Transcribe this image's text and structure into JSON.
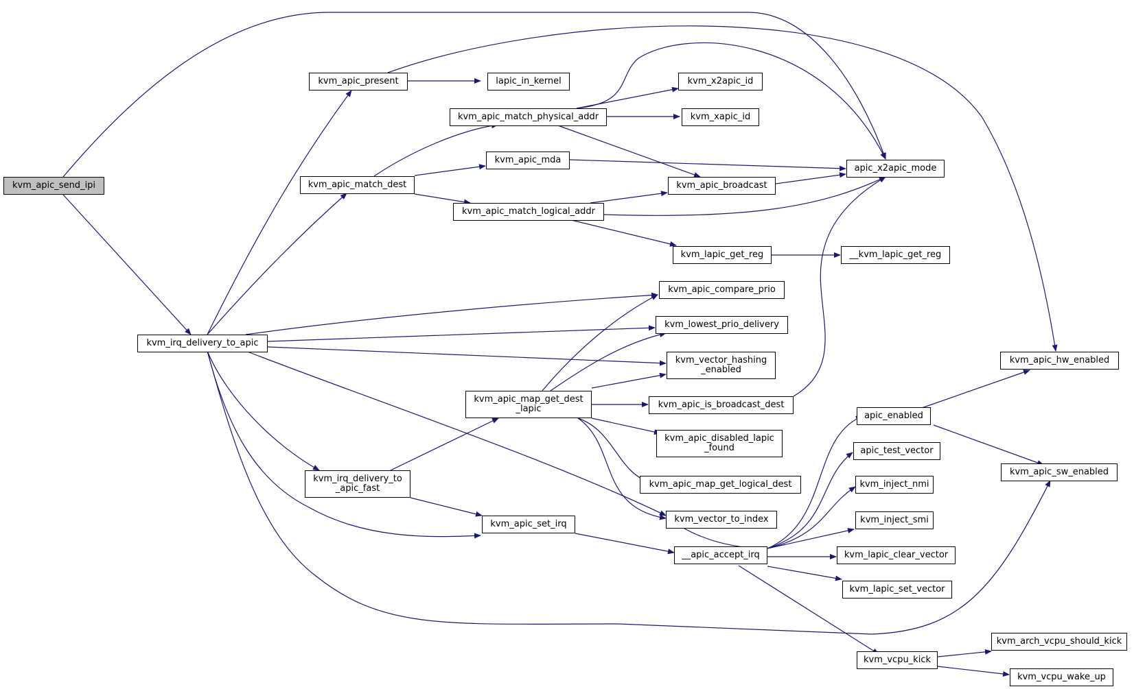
{
  "colors": {
    "edge": "#191970",
    "node_border": "#000000",
    "root_fill": "#bfbfbf",
    "node_fill": "#ffffff"
  },
  "nodes": {
    "kvm_apic_send_ipi": "kvm_apic_send_ipi",
    "kvm_apic_present": "kvm_apic_present",
    "lapic_in_kernel": "lapic_in_kernel",
    "kvm_apic_match_physical_addr": "kvm_apic_match_physical_addr",
    "kvm_x2apic_id": "kvm_x2apic_id",
    "kvm_xapic_id": "kvm_xapic_id",
    "kvm_apic_mda": "kvm_apic_mda",
    "apic_x2apic_mode": "apic_x2apic_mode",
    "kvm_apic_match_dest": "kvm_apic_match_dest",
    "kvm_apic_broadcast": "kvm_apic_broadcast",
    "kvm_apic_match_logical_addr": "kvm_apic_match_logical_addr",
    "kvm_lapic_get_reg": "kvm_lapic_get_reg",
    "__kvm_lapic_get_reg": "__kvm_lapic_get_reg",
    "kvm_apic_compare_prio": "kvm_apic_compare_prio",
    "kvm_irq_delivery_to_apic": "kvm_irq_delivery_to_apic",
    "kvm_lowest_prio_delivery": "kvm_lowest_prio_delivery",
    "kvm_vector_hashing_enabled": "kvm_vector_hashing\n_enabled",
    "kvm_apic_hw_enabled": "kvm_apic_hw_enabled",
    "kvm_apic_map_get_dest_lapic": "kvm_apic_map_get_dest\n_lapic",
    "kvm_apic_is_broadcast_dest": "kvm_apic_is_broadcast_dest",
    "apic_enabled": "apic_enabled",
    "kvm_apic_disabled_lapic_found": "kvm_apic_disabled_lapic\n_found",
    "apic_test_vector": "apic_test_vector",
    "kvm_apic_sw_enabled": "kvm_apic_sw_enabled",
    "kvm_irq_delivery_to_apic_fast": "kvm_irq_delivery_to\n_apic_fast",
    "kvm_apic_map_get_logical_dest": "kvm_apic_map_get_logical_dest",
    "kvm_inject_nmi": "kvm_inject_nmi",
    "kvm_apic_set_irq": "kvm_apic_set_irq",
    "kvm_vector_to_index": "kvm_vector_to_index",
    "kvm_inject_smi": "kvm_inject_smi",
    "__apic_accept_irq": "__apic_accept_irq",
    "kvm_lapic_clear_vector": "kvm_lapic_clear_vector",
    "kvm_lapic_set_vector": "kvm_lapic_set_vector",
    "kvm_arch_vcpu_should_kick": "kvm_arch_vcpu_should_kick",
    "kvm_vcpu_kick": "kvm_vcpu_kick",
    "kvm_vcpu_wake_up": "kvm_vcpu_wake_up"
  }
}
